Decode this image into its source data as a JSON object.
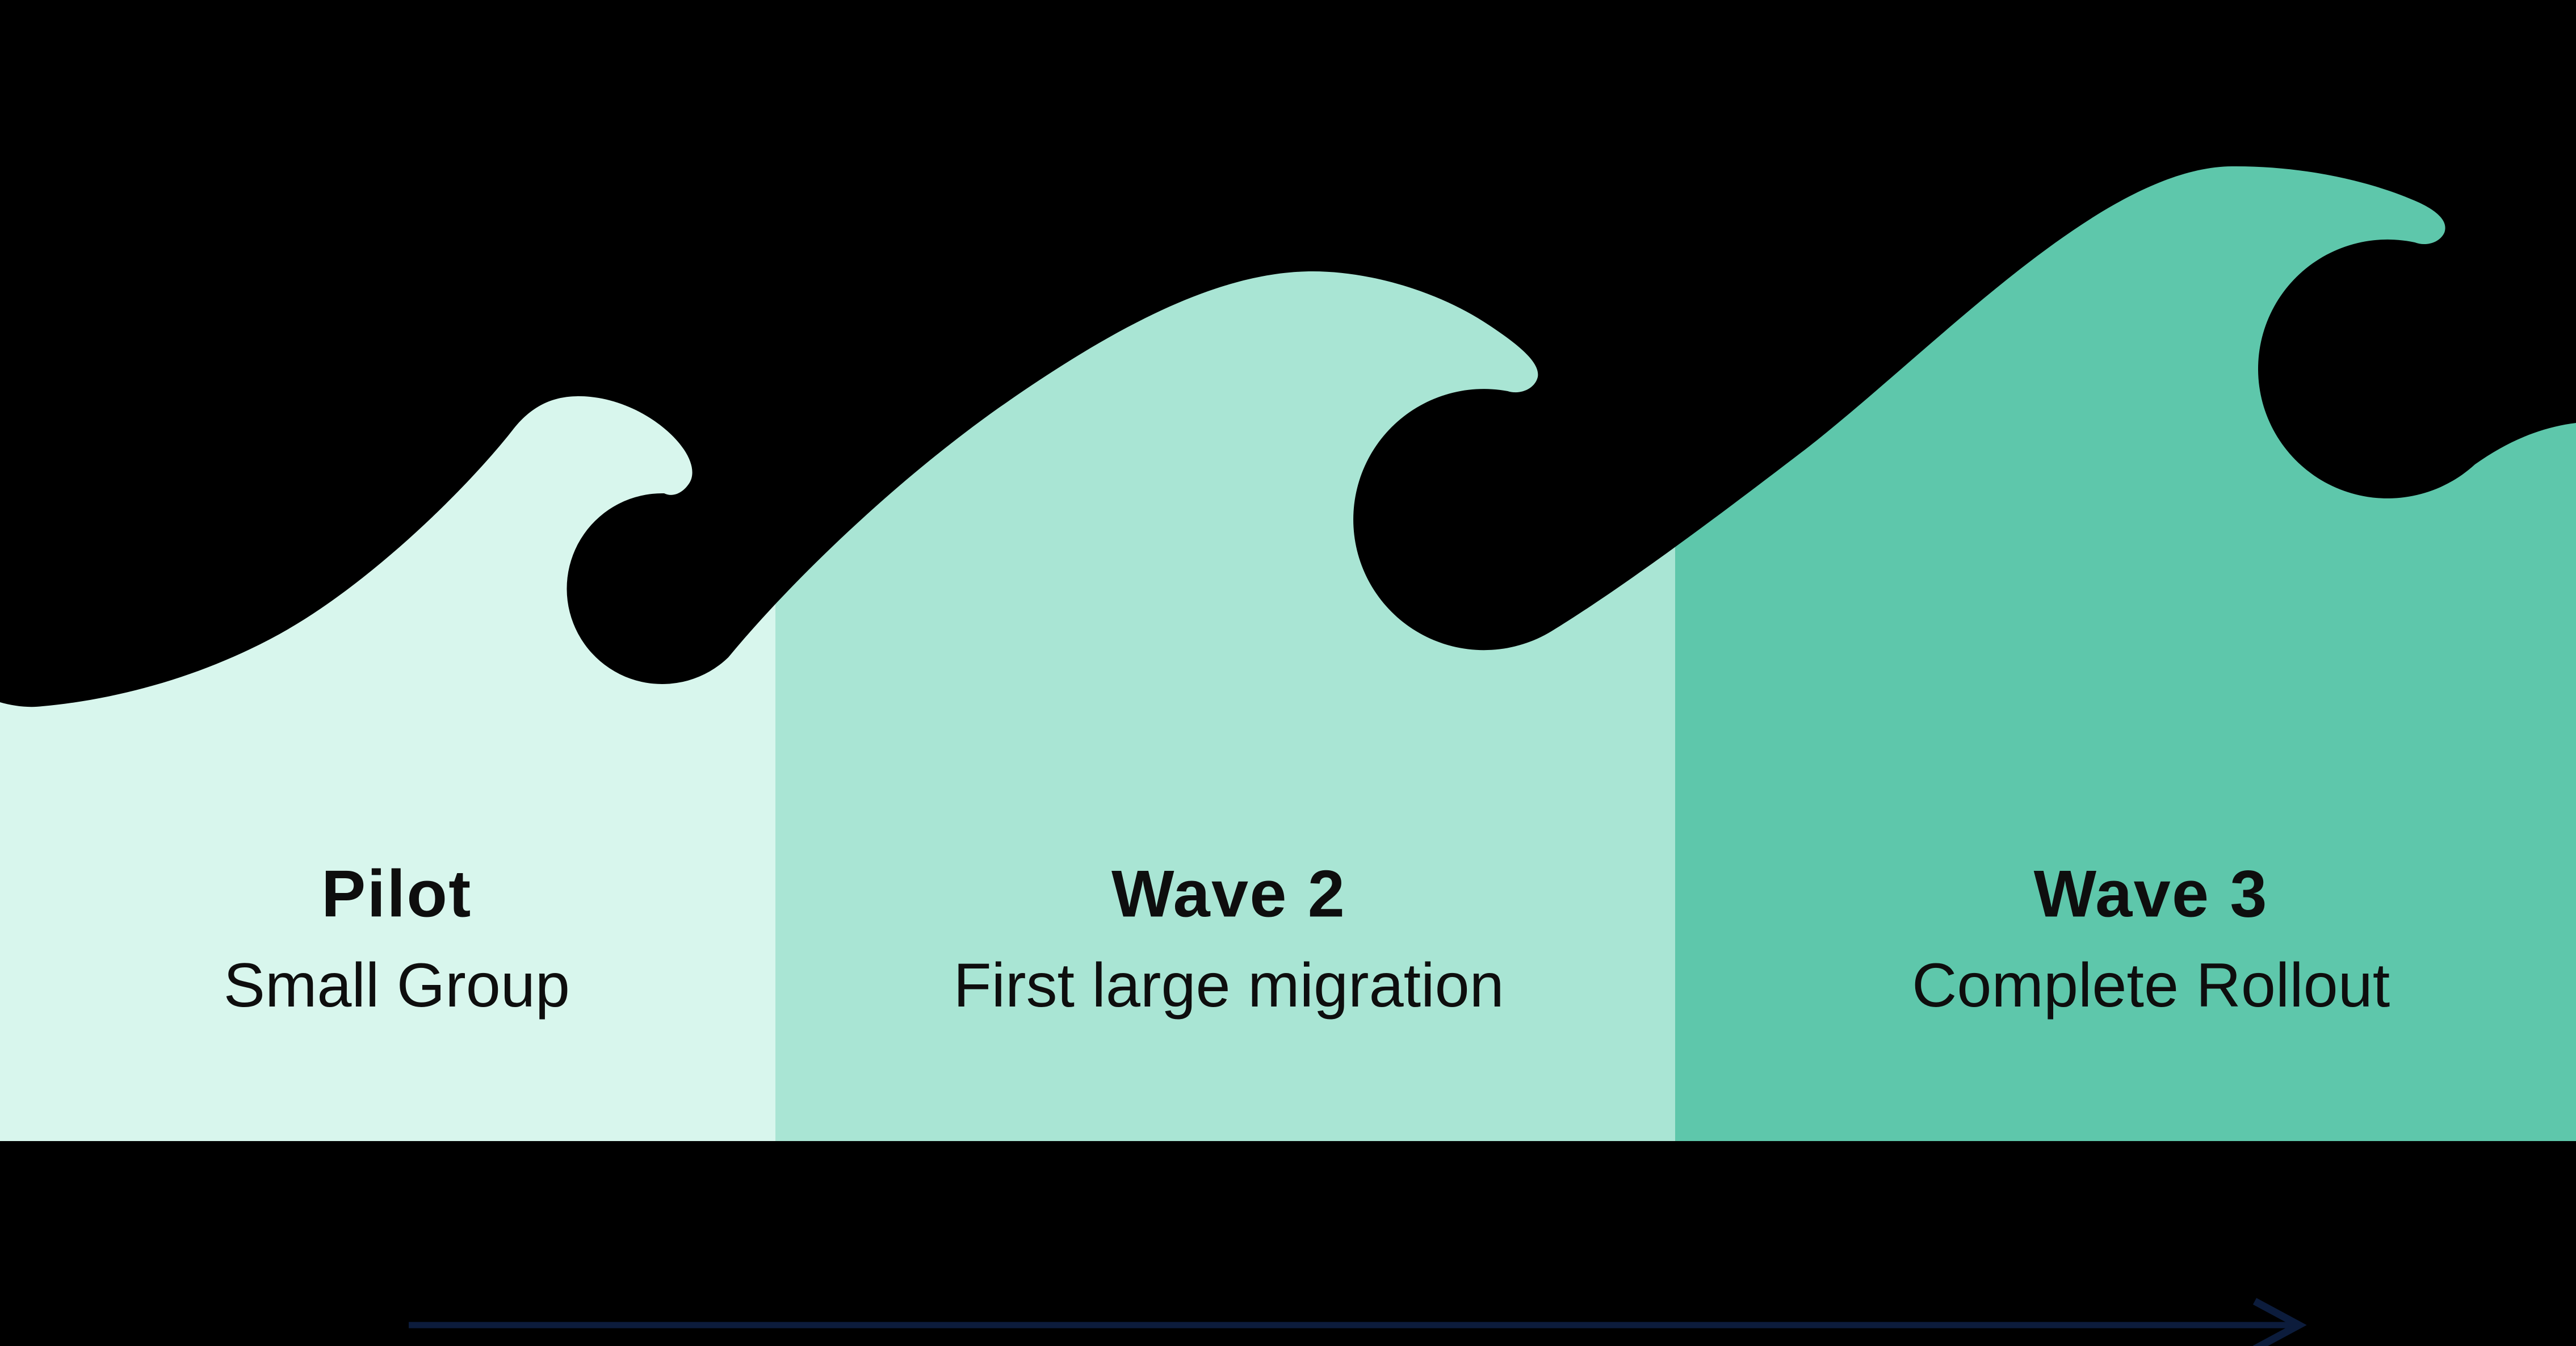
{
  "background_color": "#000000",
  "waves": [
    {
      "title": "Pilot",
      "subtitle": "Small Group",
      "color": "#d8f6ed"
    },
    {
      "title": "Wave 2",
      "subtitle": "First large migration",
      "color": "#a9e5d4"
    },
    {
      "title": "Wave 3",
      "subtitle": "Complete Rollout",
      "color": "#5ec7ab"
    }
  ],
  "arrow": {
    "color": "#0c1c3c",
    "direction": "right"
  },
  "text_color": "#0e0e0e"
}
